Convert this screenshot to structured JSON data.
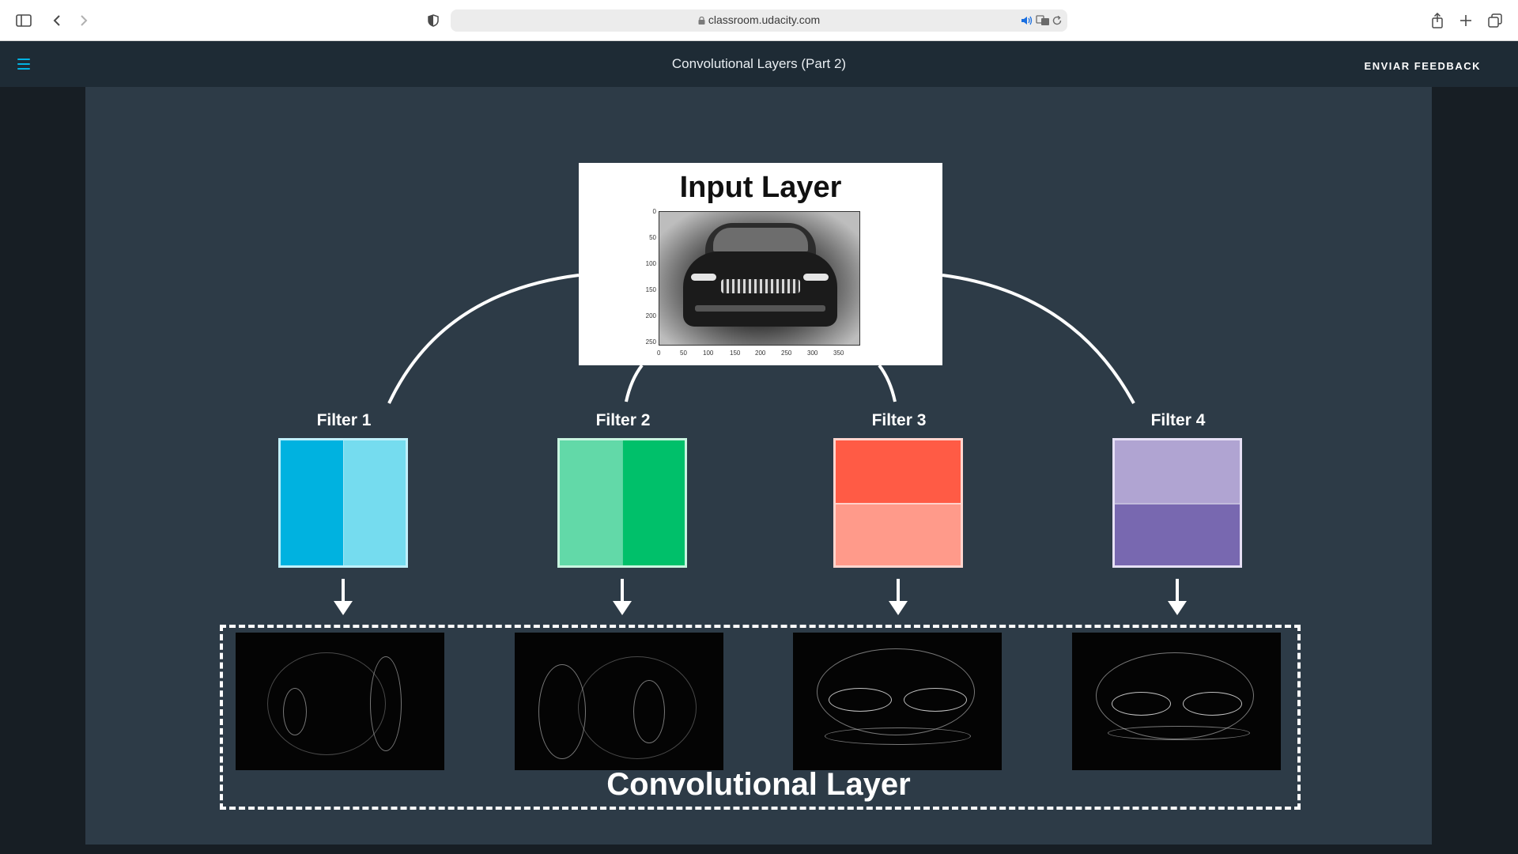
{
  "browser": {
    "url": "classroom.udacity.com",
    "icons": [
      "sidebar-icon",
      "back-icon",
      "forward-icon",
      "shield-icon",
      "lock-icon",
      "speaker-icon",
      "translate-icon",
      "reload-icon",
      "share-icon",
      "new-tab-icon",
      "tabs-icon"
    ]
  },
  "header": {
    "title": "Convolutional Layers (Part 2)",
    "feedback_label": "ENVIAR FEEDBACK",
    "accent": "#02b3e4"
  },
  "video": {
    "input_layer": {
      "title": "Input Layer",
      "y_ticks": [
        "0",
        "50",
        "100",
        "150",
        "200",
        "250"
      ],
      "x_ticks": [
        "0",
        "50",
        "100",
        "150",
        "200",
        "250",
        "300",
        "350"
      ]
    },
    "filters": [
      {
        "label": "Filter 1",
        "colors": [
          "#00b2e0",
          "#75dcef"
        ],
        "split": "vertical",
        "border": "#bff0fb"
      },
      {
        "label": "Filter 2",
        "colors": [
          "#62d9a8",
          "#00c06a"
        ],
        "split": "vertical",
        "border": "#c8f5e0"
      },
      {
        "label": "Filter 3",
        "colors": [
          "#ff5b45",
          "#ff9a8a"
        ],
        "split": "horizontal",
        "border": "#ffd5ce"
      },
      {
        "label": "Filter 4",
        "colors": [
          "#b0a4d2",
          "#7868b0"
        ],
        "split": "horizontal",
        "border": "#e6e0f5"
      }
    ],
    "conv_label": "Convolutional Layer"
  }
}
